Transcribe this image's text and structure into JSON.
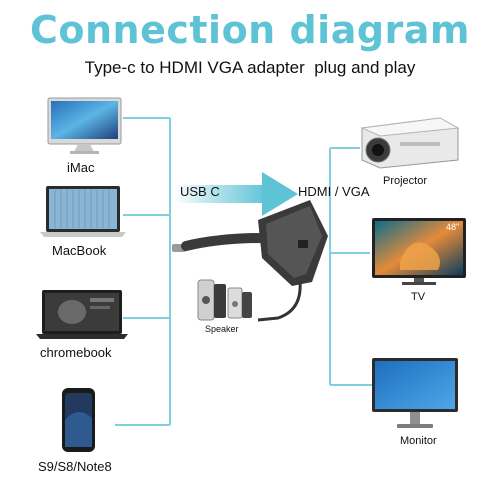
{
  "header": {
    "title": "Connection diagram",
    "subtitle": "Type-c to HDMI VGA adapter  plug and play"
  },
  "diagram": {
    "source_port": "USB C",
    "output_port": "HDMI / VGA",
    "sources": [
      {
        "name": "iMac",
        "icon": "imac-icon"
      },
      {
        "name": "MacBook",
        "icon": "macbook-icon"
      },
      {
        "name": "chromebook",
        "icon": "chromebook-icon"
      },
      {
        "name": "S9/S8/Note8",
        "icon": "smartphone-icon"
      }
    ],
    "outputs": [
      {
        "name": "Projector",
        "icon": "projector-icon"
      },
      {
        "name": "TV",
        "icon": "tv-icon",
        "screen_badge": "48\""
      },
      {
        "name": "Monitor",
        "icon": "monitor-icon"
      }
    ],
    "audio": {
      "name": "Speaker",
      "icon": "speaker-icon"
    },
    "colors": {
      "accent": "#5fc3d6",
      "line": "#7fcfdc",
      "arrow": "#5fc3d6",
      "adapter": "#3a3a3a"
    }
  }
}
